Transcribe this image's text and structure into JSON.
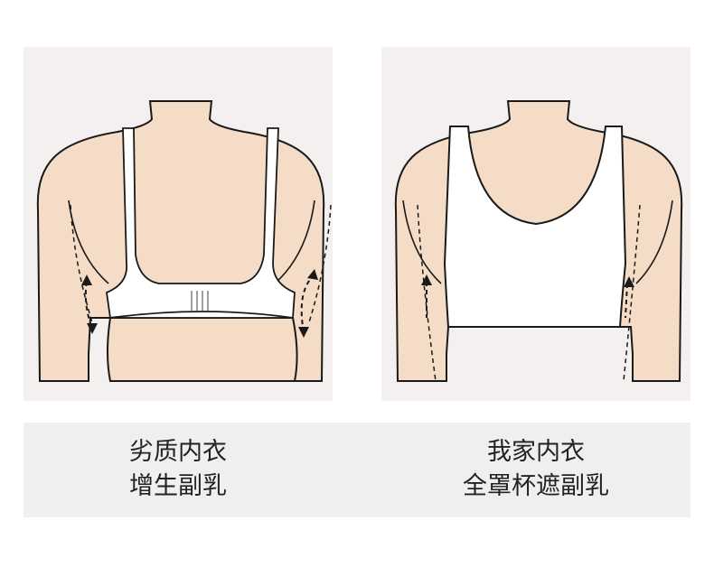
{
  "colors": {
    "skin": "#f4dcc6",
    "outline": "#1a1a1a",
    "garment": "#ffffff",
    "panel_bg": "#f3f0ef",
    "caption_bg": "#f0efef",
    "text": "#222222"
  },
  "left": {
    "line1": "劣质内衣",
    "line2": "增生副乳"
  },
  "right": {
    "line1": "我家内衣",
    "line2": "全罩杯遮副乳"
  },
  "icons": {
    "arrow": "dashed-curved-arrow-icon"
  }
}
